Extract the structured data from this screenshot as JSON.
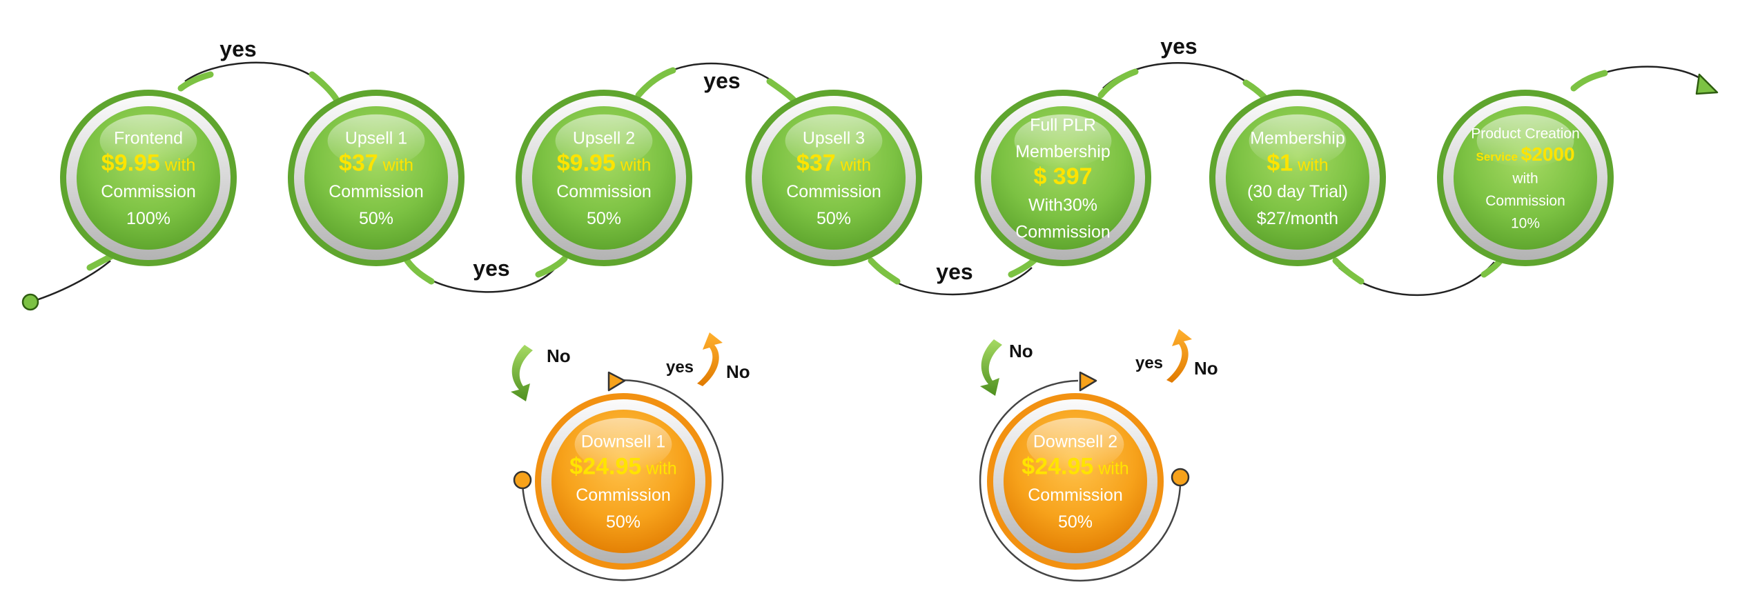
{
  "colors": {
    "green": "#7cc243",
    "green_dark": "#4e8f1f",
    "orange": "#f7a21b",
    "orange_dark": "#e07a00",
    "price": "#ffe400",
    "line": "#222222"
  },
  "nodes": [
    {
      "id": "frontend",
      "lines": [
        {
          "t": "Frontend"
        },
        {
          "price": "$9.95",
          "suffix": " with"
        },
        {
          "t": "Commission"
        },
        {
          "t": "100%"
        }
      ]
    },
    {
      "id": "upsell-1",
      "lines": [
        {
          "t": "Upsell 1"
        },
        {
          "price": "$37",
          "suffix": " with"
        },
        {
          "t": "Commission"
        },
        {
          "t": "50%"
        }
      ]
    },
    {
      "id": "upsell-2",
      "lines": [
        {
          "t": "Upsell 2"
        },
        {
          "price": "$9.95",
          "suffix": " with"
        },
        {
          "t": "Commission"
        },
        {
          "t": "50%"
        }
      ]
    },
    {
      "id": "upsell-3",
      "lines": [
        {
          "t": "Upsell 3"
        },
        {
          "price": "$37",
          "suffix": " with"
        },
        {
          "t": "Commission"
        },
        {
          "t": "50%"
        }
      ]
    },
    {
      "id": "full-plr-membership",
      "lines": [
        {
          "t": "Full PLR"
        },
        {
          "t": "Membership"
        },
        {
          "price": "$ 397"
        },
        {
          "t": "With30%"
        },
        {
          "t": "Commission"
        }
      ]
    },
    {
      "id": "membership",
      "lines": [
        {
          "t": "Membership"
        },
        {
          "price": "$1",
          "suffix": " with"
        },
        {
          "t": "(30 day Trial)"
        },
        {
          "t": "$27/month"
        }
      ]
    },
    {
      "id": "product-creation",
      "lines": [
        {
          "t": "Product Creation"
        },
        {
          "prefix": "Service ",
          "price": "$2000"
        },
        {
          "t": "with"
        },
        {
          "t": "Commission"
        },
        {
          "t": "10%"
        }
      ]
    },
    {
      "id": "downsell-1",
      "lines": [
        {
          "t": "Downsell 1"
        },
        {
          "price": "$24.95",
          "suffix": " with"
        },
        {
          "t": "Commission"
        },
        {
          "t": "50%"
        }
      ]
    },
    {
      "id": "downsell-2",
      "lines": [
        {
          "t": "Downsell 2"
        },
        {
          "price": "$24.95",
          "suffix": " with"
        },
        {
          "t": "Commission"
        },
        {
          "t": "50%"
        }
      ]
    }
  ],
  "labels": {
    "yes": "yes",
    "no": "No"
  }
}
